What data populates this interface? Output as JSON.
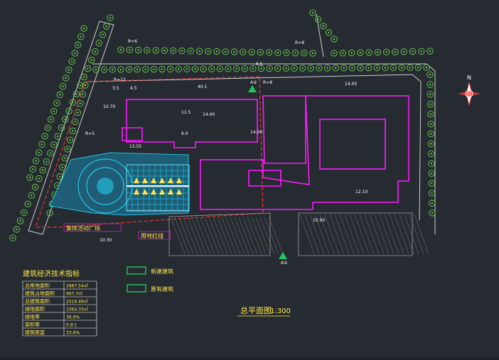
{
  "drawing": {
    "title": "总平面图",
    "scale": "1:300",
    "legend": {
      "new_building": "新建建筑",
      "existing_building": "原有建筑"
    },
    "labels": {
      "fountain": "集体活动广场",
      "road_line": "用地红线",
      "gate_a": "A①",
      "gate_b": "A②",
      "north": "N"
    },
    "dims": [
      "40.1",
      "14.00",
      "11.5",
      "6.0",
      "14.40",
      "14.00",
      "4.5",
      "3.5",
      "13.55",
      "10.70",
      "12.10",
      "10.90",
      "10.30",
      "R=6",
      "R=8",
      "R=8",
      "R=5",
      "R=12",
      "6.5"
    ],
    "tech_table": {
      "title": "建筑经济技术指标",
      "rows": [
        {
          "name": "总用地面积",
          "value": "2887.54㎡"
        },
        {
          "name": "建筑占地面积",
          "value": "967.7㎡"
        },
        {
          "name": "总建筑面积",
          "value": "2516.46㎡"
        },
        {
          "name": "绿地面积",
          "value": "1064.33㎡"
        },
        {
          "name": "绿地率",
          "value": "36.9%"
        },
        {
          "name": "容积率",
          "value": "0.9:1"
        },
        {
          "name": "建筑密度",
          "value": "33.6%"
        }
      ]
    }
  },
  "colors": {
    "bg": "#262b31",
    "magenta": "#ff1aff",
    "green": "#22c55e",
    "tree": "#6bd04f",
    "red": "#e33",
    "cyan": "#22e0ff",
    "white": "#ffffff",
    "yellow": "#ffe64d",
    "orange": "#ff9a2e"
  }
}
